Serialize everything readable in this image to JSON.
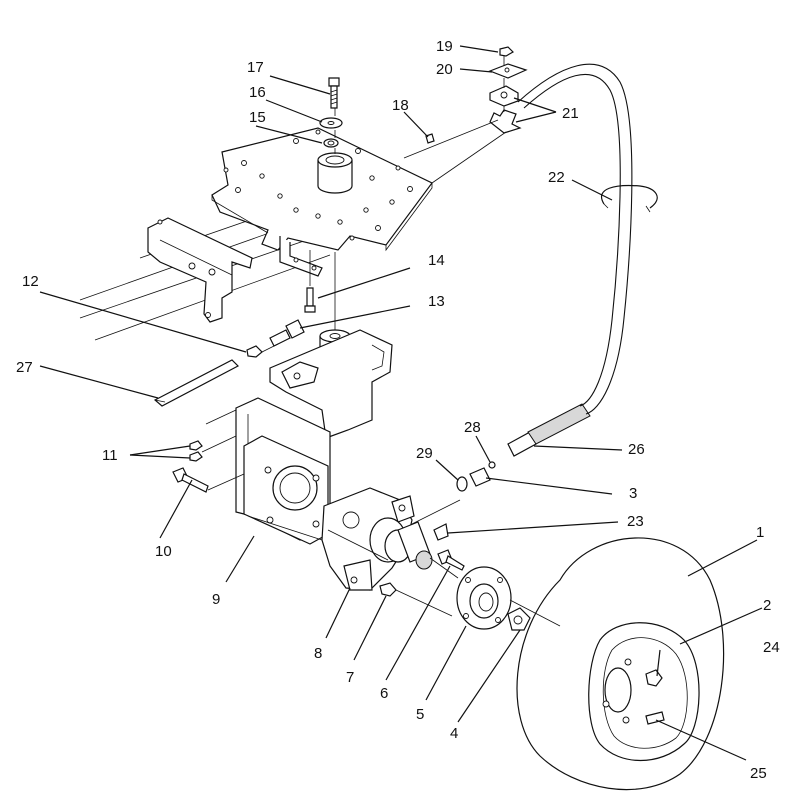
{
  "callouts": [
    {
      "number": "1"
    },
    {
      "number": "2"
    },
    {
      "number": "3"
    },
    {
      "number": "4"
    },
    {
      "number": "5"
    },
    {
      "number": "6"
    },
    {
      "number": "7"
    },
    {
      "number": "8"
    },
    {
      "number": "9"
    },
    {
      "number": "10"
    },
    {
      "number": "11"
    },
    {
      "number": "12"
    },
    {
      "number": "13"
    },
    {
      "number": "14"
    },
    {
      "number": "15"
    },
    {
      "number": "16"
    },
    {
      "number": "17"
    },
    {
      "number": "18"
    },
    {
      "number": "19"
    },
    {
      "number": "20"
    },
    {
      "number": "21"
    },
    {
      "number": "22"
    },
    {
      "number": "23"
    },
    {
      "number": "24"
    },
    {
      "number": "25"
    },
    {
      "number": "26"
    },
    {
      "number": "27"
    },
    {
      "number": "28"
    },
    {
      "number": "29"
    }
  ]
}
